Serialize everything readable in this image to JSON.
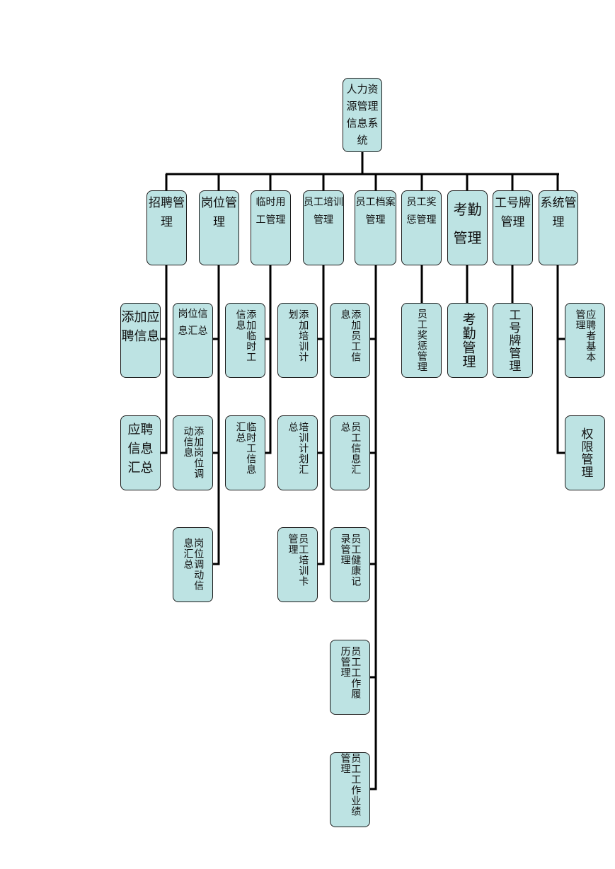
{
  "root": {
    "label": "人力资源管理信息系统"
  },
  "categories": [
    {
      "label": "招聘管理",
      "children": [
        "添加应聘信息",
        "应聘信息汇总"
      ]
    },
    {
      "label": "岗位管理",
      "children": [
        "岗位信息汇总",
        "添加岗位调动信息",
        "岗位调动信息汇总"
      ]
    },
    {
      "label": "临时用工管理",
      "children": [
        "添加临时工信息",
        "临时工信息汇总"
      ]
    },
    {
      "label": "员工培训管理",
      "children": [
        "添加培训计划",
        "培训计划汇总",
        "员工培训卡管理"
      ]
    },
    {
      "label": "员工档案管理",
      "children": [
        "添加员工信息",
        "员工信息汇总",
        "员工健康记录管理",
        "员工工作履历管理",
        "员工工作业绩管理"
      ]
    },
    {
      "label": "员工奖惩管理",
      "children": [
        "员工奖惩管理"
      ]
    },
    {
      "label": "考勤管理",
      "children": [
        "考勤管理"
      ]
    },
    {
      "label": "工号牌管理",
      "children": [
        "工号牌管理"
      ]
    },
    {
      "label": "系统管理",
      "children": [
        "应聘者基本管理",
        "权限管理"
      ]
    }
  ]
}
